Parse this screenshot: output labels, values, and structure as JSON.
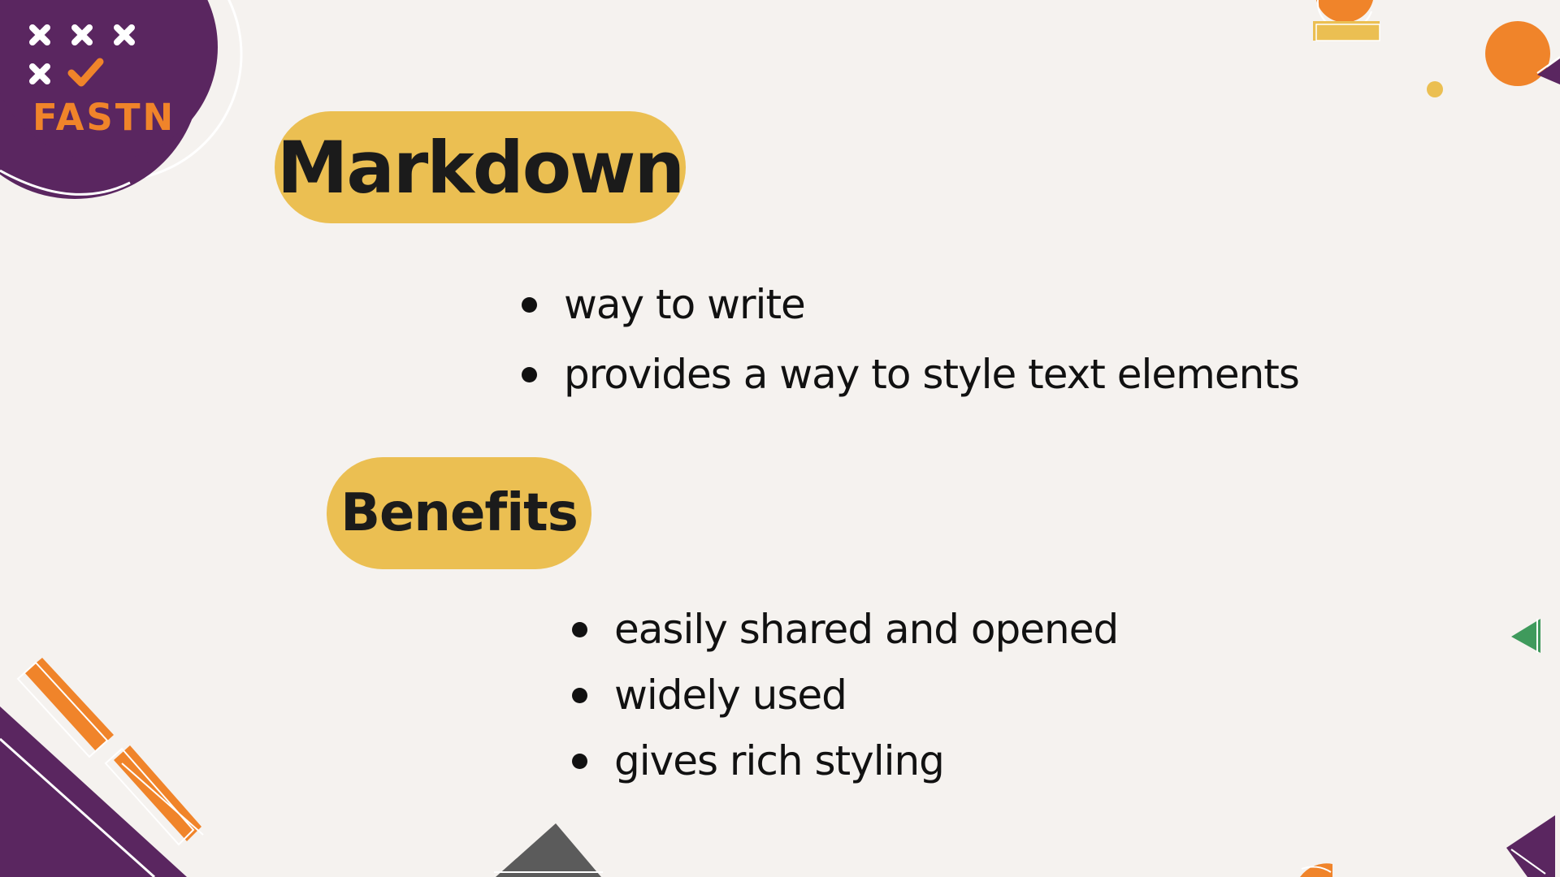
{
  "logo": {
    "text": "FASTN",
    "icon": "cross-check-grid-icon"
  },
  "section_one": {
    "title": "Markdown",
    "bullets": [
      "way to write",
      "provides a way to style text elements"
    ]
  },
  "section_two": {
    "title": "Benefits",
    "bullets": [
      "easily shared and opened",
      "widely used",
      "gives rich styling"
    ]
  },
  "colors": {
    "background": "#f5f2ef",
    "purple": "#5a2660",
    "orange": "#f0842a",
    "yellow": "#ebbf52",
    "green": "#3f9a5c",
    "gray": "#5b5b5b"
  }
}
